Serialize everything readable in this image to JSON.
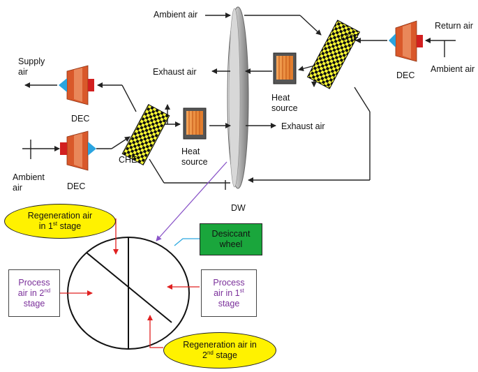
{
  "labels": {
    "ambient_air_top": "Ambient air",
    "return_air": "Return air",
    "ambient_air_right": "Ambient air",
    "dec_right": "DEC",
    "che_right": "CHE",
    "heat_source_right_1": "Heat",
    "heat_source_right_2": "source",
    "exhaust_air_top": "Exhaust air",
    "exhaust_air_mid": "Exhaust air",
    "supply_air_1": "Supply",
    "supply_air_2": "air",
    "dec_left_top": "DEC",
    "dec_left_bottom": "DEC",
    "che_left": "CHE",
    "heat_source_left_1": "Heat",
    "heat_source_left_2": "source",
    "ambient_air_left_1": "Ambient",
    "ambient_air_left_2": "air",
    "dw": "DW"
  },
  "wheel_diagram": {
    "regen1_text": "Regeneration air",
    "regen1_line2": "in 1",
    "regen1_sup": "st",
    "regen1_tail": " stage",
    "regen2_line1": "Regeneration air in",
    "regen2_sup_pre": "2",
    "regen2_sup": "nd",
    "regen2_tail": " stage",
    "desiccant_line1": "Desiccant",
    "desiccant_line2": "wheel",
    "process2_line1": "Process",
    "process2_line2": "air in 2",
    "process2_sup": "nd",
    "process2_line3": "stage",
    "process1_line1": "Process",
    "process1_line2": "air in 1",
    "process1_sup": "st",
    "process1_line3": "stage"
  },
  "colors": {
    "che_checker_light": "#ffff33",
    "che_checker_dark": "#111111",
    "dec_body": "#d9582a",
    "dec_red": "#d21f1f",
    "dec_blue": "#2aa4e0",
    "ellipse_fill": "#fff200",
    "green_box": "#1aa63c",
    "purple_text": "#7a2f9a",
    "red_arrow": "#e02020",
    "purple_line": "#8a55c8",
    "blue_line": "#2aa8e0"
  }
}
